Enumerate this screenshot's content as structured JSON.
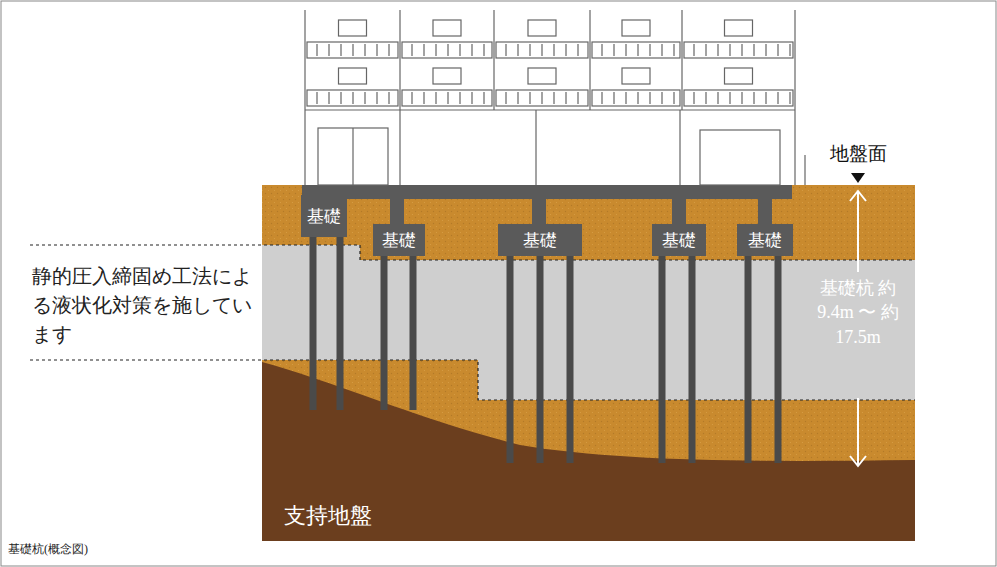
{
  "diagram": {
    "caption": "基礎杭(概念図)",
    "nodes": [
      {
        "text": [
          "基礎"
        ]
      },
      {
        "text": [
          "基礎"
        ]
      },
      {
        "text": [
          "基礎"
        ]
      },
      {
        "text": [
          "基礎"
        ]
      },
      {
        "text": [
          "基礎"
        ]
      }
    ],
    "labels": [
      "地盤面",
      "静的圧入締固め工法による液状化対策を施しています",
      "基礎杭 約9.4m 〜 約17.5m",
      "支持地盤"
    ]
  }
}
